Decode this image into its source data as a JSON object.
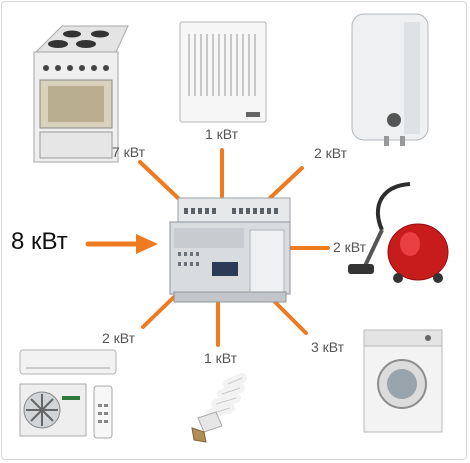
{
  "diagram": {
    "input_label": "8 кВт",
    "accent_color": "#f07a20",
    "hub": {
      "icon": "load-controller-device-icon"
    },
    "appliances": [
      {
        "id": "stove",
        "icon": "electric-stove-icon",
        "power": "7 кВт"
      },
      {
        "id": "convector",
        "icon": "panel-heater-icon",
        "power": "1 кВт"
      },
      {
        "id": "boiler",
        "icon": "water-heater-icon",
        "power": "2 кВт"
      },
      {
        "id": "vacuum",
        "icon": "vacuum-cleaner-icon",
        "power": "2 кВт"
      },
      {
        "id": "washer",
        "icon": "washing-machine-icon",
        "power": "3 кВт"
      },
      {
        "id": "lamp",
        "icon": "cfl-lamp-icon",
        "power": "1 кВт"
      },
      {
        "id": "aircon",
        "icon": "air-conditioner-icon",
        "power": "2 кВт"
      }
    ]
  }
}
